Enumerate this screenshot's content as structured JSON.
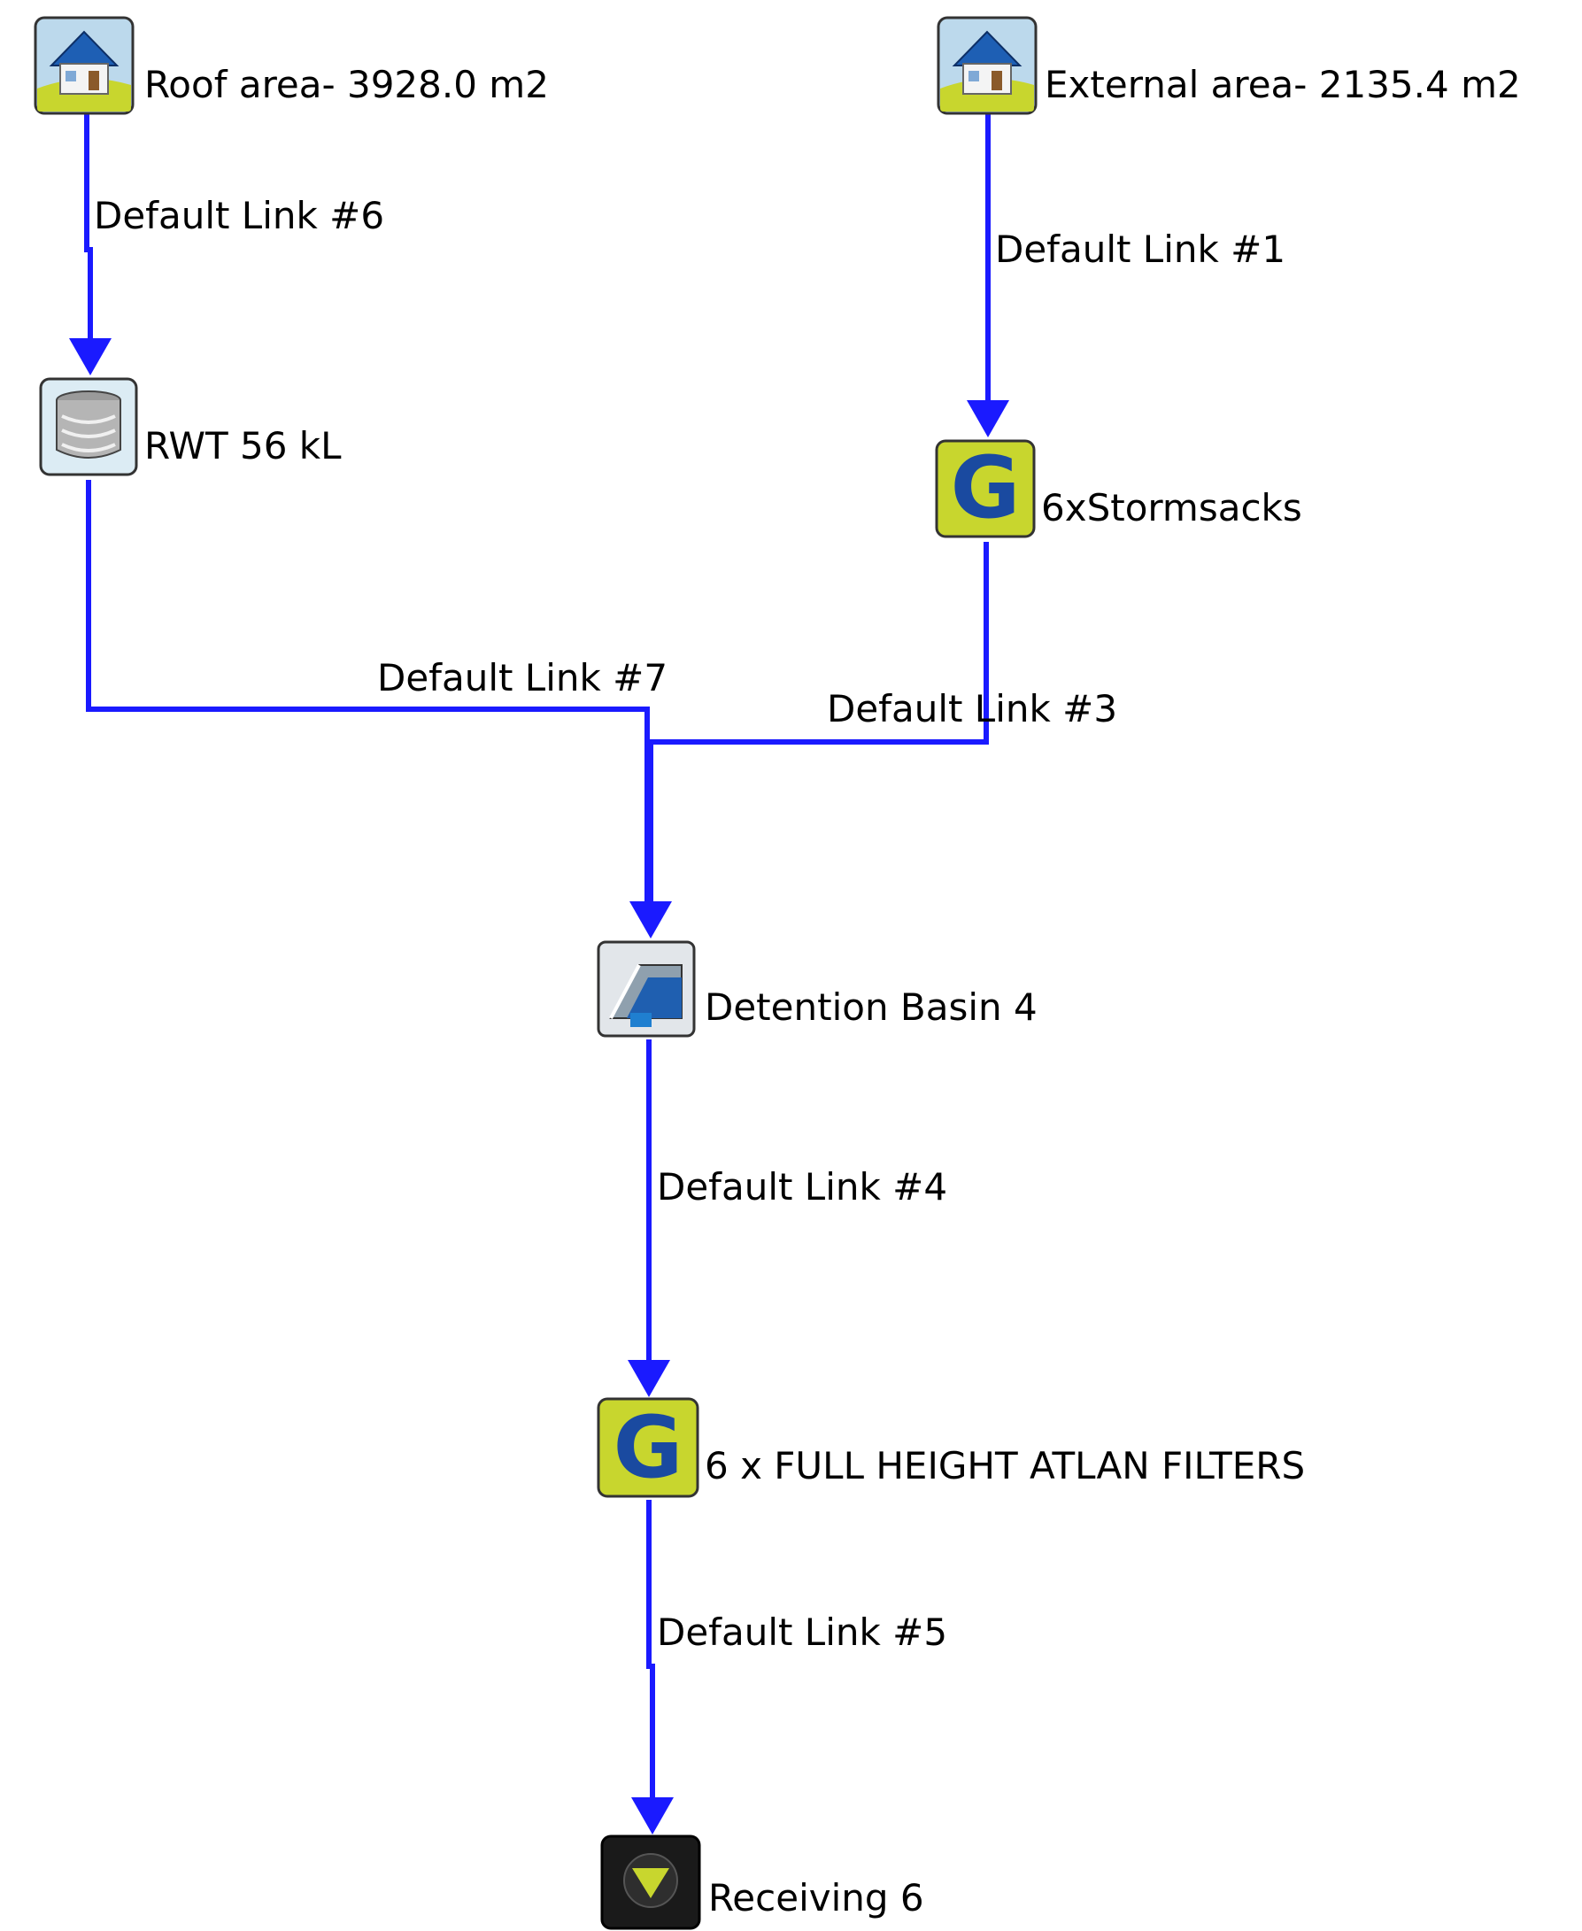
{
  "colors": {
    "link": "#1a1aff",
    "house_bg": "#bcd9ec",
    "grass": "#c8d62e",
    "gpt_bg": "#c8d62e",
    "gpt_letter": "#1a4aa0",
    "tank_bg": "#dcecf4",
    "basin_bg": "#e2e6ea",
    "receiving_bg": "#1a1a1a",
    "receiving_tri": "#c8d62e"
  },
  "nodes": {
    "roof": {
      "label": "Roof area- 3928.0 m2",
      "icon": "urban-catchment-icon"
    },
    "external": {
      "label": "External area- 2135.4 m2",
      "icon": "urban-catchment-icon"
    },
    "rwt": {
      "label": "RWT 56 kL",
      "icon": "rainwater-tank-icon"
    },
    "stormsacks": {
      "label": "6xStormsacks",
      "icon": "gpt-icon",
      "glyph": "G"
    },
    "basin": {
      "label": "Detention Basin 4",
      "icon": "detention-basin-icon"
    },
    "filters": {
      "label": "6 x FULL HEIGHT ATLAN FILTERS",
      "icon": "gpt-icon",
      "glyph": "G"
    },
    "receiving": {
      "label": "Receiving 6",
      "icon": "receiving-node-icon"
    }
  },
  "links": {
    "link1": "Default Link #1",
    "link3": "Default Link #3",
    "link4": "Default Link #4",
    "link5": "Default Link #5",
    "link6": "Default Link #6",
    "link7": "Default Link #7"
  }
}
